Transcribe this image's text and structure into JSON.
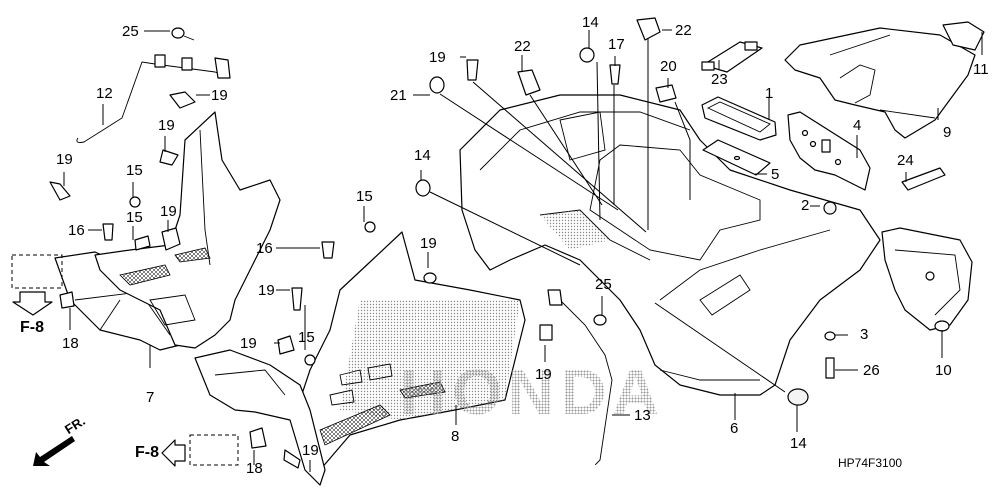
{
  "diagram": {
    "type": "exploded parts diagram",
    "subject": "Rear fender assembly",
    "drawing_code": "HP74F3100",
    "watermark_text": "HONDA",
    "reference_labels": [
      "F-8",
      "F-8"
    ],
    "direction_indicator": "FR.",
    "callouts": [
      {
        "id": "c25a",
        "text": "25"
      },
      {
        "id": "c12",
        "text": "12"
      },
      {
        "id": "c19a",
        "text": "19"
      },
      {
        "id": "c19b",
        "text": "19"
      },
      {
        "id": "c19c",
        "text": "19"
      },
      {
        "id": "c15a",
        "text": "15"
      },
      {
        "id": "c16a",
        "text": "16"
      },
      {
        "id": "c15b",
        "text": "15"
      },
      {
        "id": "c19d",
        "text": "19"
      },
      {
        "id": "c18a",
        "text": "18"
      },
      {
        "id": "c7",
        "text": "7"
      },
      {
        "id": "c15c",
        "text": "15"
      },
      {
        "id": "c16b",
        "text": "16"
      },
      {
        "id": "c19e",
        "text": "19"
      },
      {
        "id": "c15d",
        "text": "15"
      },
      {
        "id": "c19f",
        "text": "19"
      },
      {
        "id": "c18b",
        "text": "18"
      },
      {
        "id": "c19g",
        "text": "19"
      },
      {
        "id": "c8",
        "text": "8"
      },
      {
        "id": "c19h",
        "text": "19"
      },
      {
        "id": "c21",
        "text": "21"
      },
      {
        "id": "c22a",
        "text": "22"
      },
      {
        "id": "c14a",
        "text": "14"
      },
      {
        "id": "c17",
        "text": "17"
      },
      {
        "id": "c22b",
        "text": "22"
      },
      {
        "id": "c20",
        "text": "20"
      },
      {
        "id": "c14b",
        "text": "14"
      },
      {
        "id": "c19i",
        "text": "19"
      },
      {
        "id": "c25b",
        "text": "25"
      },
      {
        "id": "c19j",
        "text": "19"
      },
      {
        "id": "c13",
        "text": "13"
      },
      {
        "id": "c23",
        "text": "23"
      },
      {
        "id": "c1",
        "text": "1"
      },
      {
        "id": "c5",
        "text": "5"
      },
      {
        "id": "c4",
        "text": "4"
      },
      {
        "id": "c9",
        "text": "9"
      },
      {
        "id": "c11",
        "text": "11"
      },
      {
        "id": "c24",
        "text": "24"
      },
      {
        "id": "c2",
        "text": "2"
      },
      {
        "id": "c3",
        "text": "3"
      },
      {
        "id": "c26",
        "text": "26"
      },
      {
        "id": "c10",
        "text": "10"
      },
      {
        "id": "c6",
        "text": "6"
      },
      {
        "id": "c14c",
        "text": "14"
      }
    ]
  }
}
